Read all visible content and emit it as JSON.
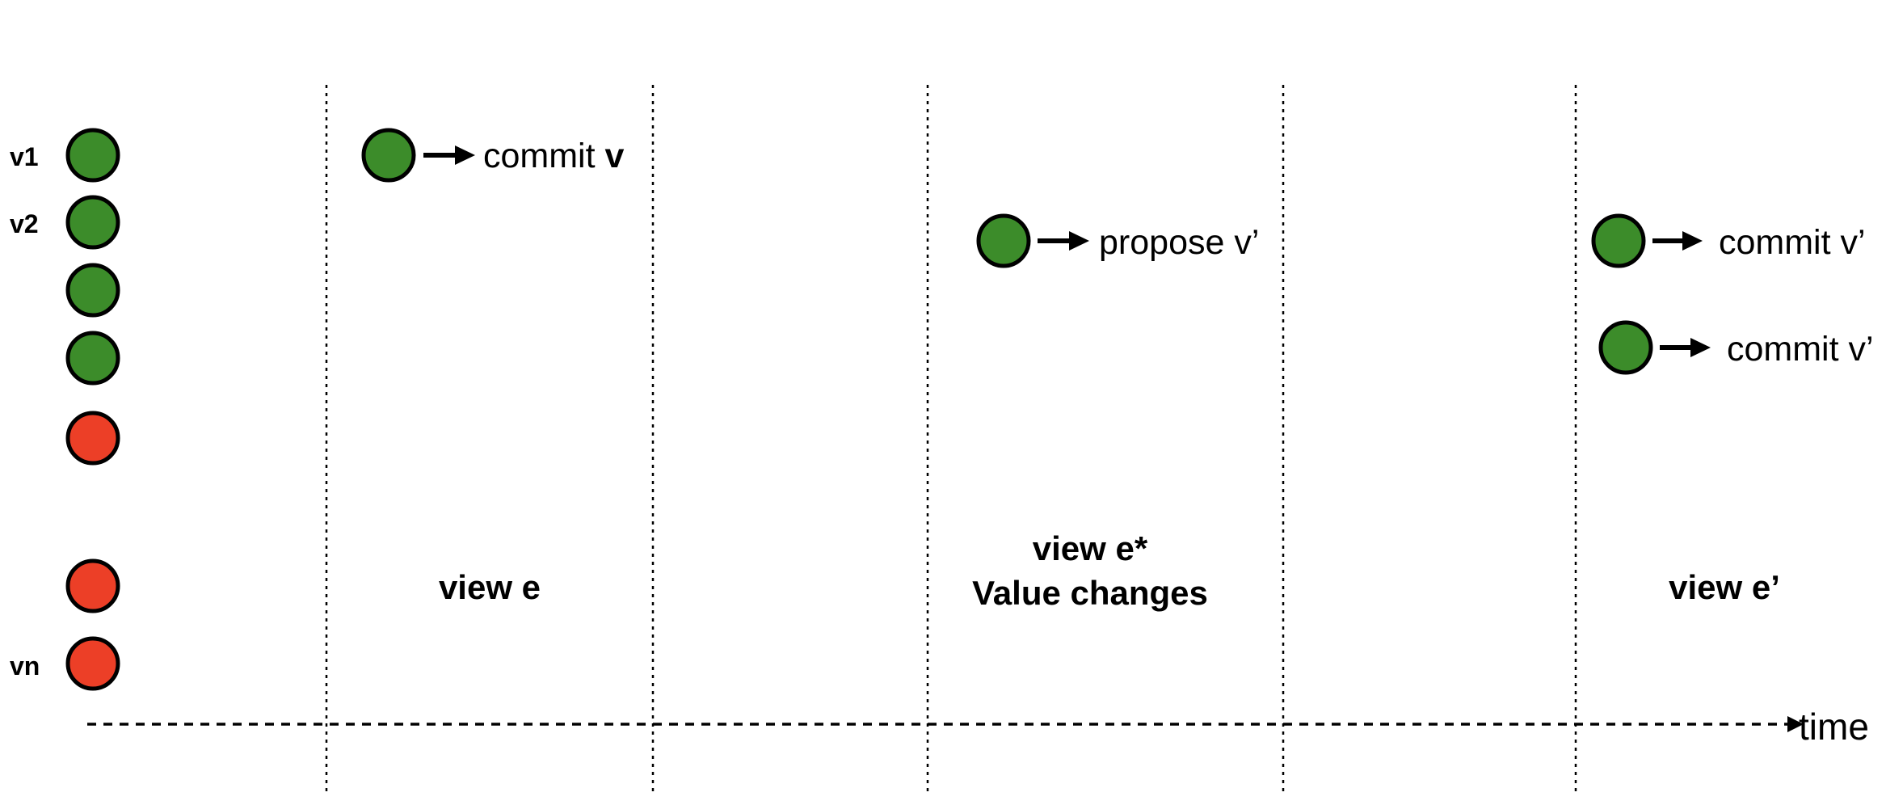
{
  "colors": {
    "green": "#3c8c2a",
    "red": "#ec3f27",
    "stroke": "#000000"
  },
  "nodes": [
    {
      "label": "v1",
      "color": "green"
    },
    {
      "label": "v2",
      "color": "green"
    },
    {
      "label": "",
      "color": "green"
    },
    {
      "label": "",
      "color": "green"
    },
    {
      "label": "",
      "color": "red"
    },
    {
      "label": "",
      "color": "red"
    },
    {
      "label": "vn",
      "color": "red"
    }
  ],
  "actions": [
    {
      "prefix": "commit ",
      "value": "v"
    },
    {
      "prefix": "propose v’",
      "value": ""
    },
    {
      "prefix": "commit v’",
      "value": ""
    },
    {
      "prefix": "commit v’",
      "value": ""
    }
  ],
  "views": {
    "e": "view e",
    "e_star": "view e*",
    "e_star_note": "Value changes",
    "e_prime": "view e’"
  },
  "axis": {
    "label": "time"
  }
}
